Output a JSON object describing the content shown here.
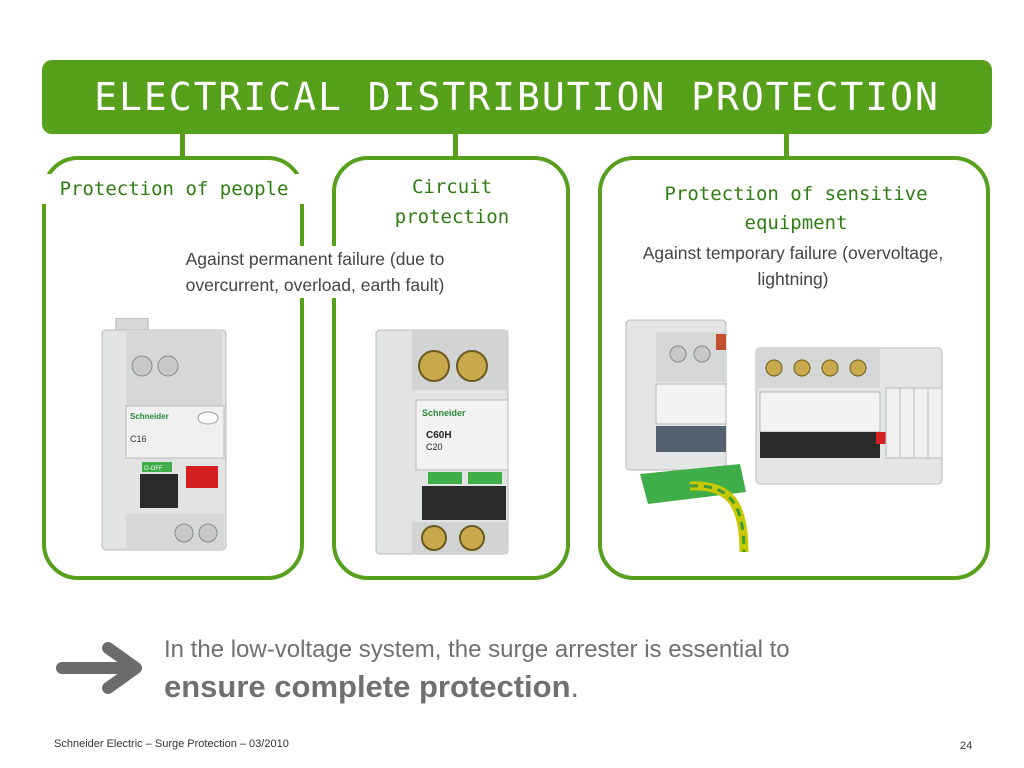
{
  "title": "ELECTRICAL DISTRIBUTION PROTECTION",
  "columns": [
    {
      "heading": "Protection of people"
    },
    {
      "heading": "Circuit protection"
    },
    {
      "heading": "Protection of sensitive equipment"
    }
  ],
  "descriptions": {
    "permanent_failure": "Against permanent failure (due to overcurrent, overload, earth fault)",
    "temporary_failure": "Against temporary failure (overvoltage, lightning)"
  },
  "device_labels": {
    "brand": "Schneider",
    "model_c60h": "C60H",
    "rating_c20": "C20",
    "rating_c16": "C16",
    "off_label": "O-OFF"
  },
  "conclusion": {
    "text": "In the low-voltage system, the surge arrester is essential to",
    "emphasis": "ensure complete protection",
    "end": "."
  },
  "footer": {
    "note": "Schneider Electric – Surge Protection – 03/2010",
    "page": "24"
  },
  "colors": {
    "brand_green": "#56a01c",
    "heading_green": "#2f7d12",
    "text_gray": "#707070"
  }
}
